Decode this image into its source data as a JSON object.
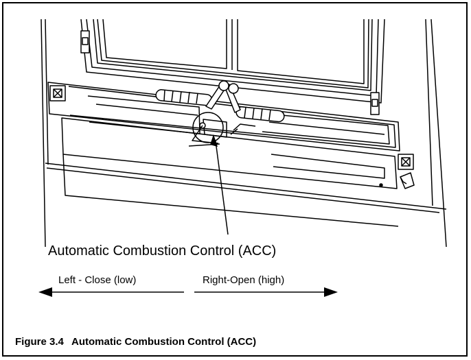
{
  "diagram": {
    "callout_label": "Automatic Combustion Control (ACC)",
    "left_direction_label": "Left - Close (low)",
    "right_direction_label": "Right-Open (high)"
  },
  "caption": {
    "figure_number": "Figure 3.4",
    "figure_title": "Automatic Combustion Control (ACC)"
  }
}
